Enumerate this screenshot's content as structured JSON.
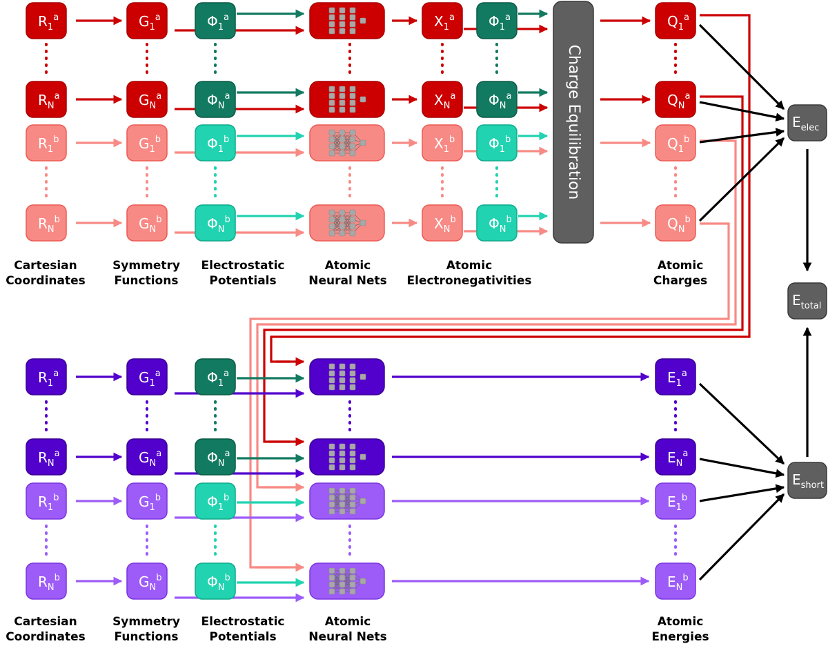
{
  "colors": {
    "red_dark": "#cc0000",
    "red_light": "#f88a85",
    "teal_dark": "#127a60",
    "teal_light": "#21d3b0",
    "purple_dark": "#5200cc",
    "purple_light": "#9d5cf7",
    "gray": "#5f5f5f",
    "black": "#000000"
  },
  "top_row_labels": {
    "R1a": {
      "base": "R",
      "sub": "1",
      "sup": "a"
    },
    "RNa": {
      "base": "R",
      "sub": "N",
      "sup": "a"
    },
    "R1b": {
      "base": "R",
      "sub": "1",
      "sup": "b"
    },
    "RNb": {
      "base": "R",
      "sub": "N",
      "sup": "b"
    },
    "G1a": {
      "base": "G",
      "sub": "1",
      "sup": "a"
    },
    "GNa": {
      "base": "G",
      "sub": "N",
      "sup": "a"
    },
    "G1b": {
      "base": "G",
      "sub": "1",
      "sup": "b"
    },
    "GNb": {
      "base": "G",
      "sub": "N",
      "sup": "b"
    },
    "P1a": {
      "base": "Φ",
      "sub": "1",
      "sup": "a"
    },
    "PNa": {
      "base": "Φ",
      "sub": "N",
      "sup": "a"
    },
    "P1b": {
      "base": "Φ",
      "sub": "1",
      "sup": "b"
    },
    "PNb": {
      "base": "Φ",
      "sub": "N",
      "sup": "b"
    },
    "X1a": {
      "base": "X",
      "sub": "1",
      "sup": "a"
    },
    "XNa": {
      "base": "X",
      "sub": "N",
      "sup": "a"
    },
    "X1b": {
      "base": "X",
      "sub": "1",
      "sup": "b"
    },
    "XNb": {
      "base": "X",
      "sub": "N",
      "sup": "b"
    },
    "Q1a": {
      "base": "Q",
      "sub": "1",
      "sup": "a"
    },
    "QNa": {
      "base": "Q",
      "sub": "N",
      "sup": "a"
    },
    "Q1b": {
      "base": "Q",
      "sub": "1",
      "sup": "b"
    },
    "QNb": {
      "base": "Q",
      "sub": "N",
      "sup": "b"
    },
    "E1a": {
      "base": "E",
      "sub": "1",
      "sup": "a"
    },
    "ENa": {
      "base": "E",
      "sub": "N",
      "sup": "a"
    },
    "E1b": {
      "base": "E",
      "sub": "1",
      "sup": "b"
    },
    "ENb": {
      "base": "E",
      "sub": "N",
      "sup": "b"
    }
  },
  "charge_equilibration": "Charge Equilibration",
  "energy_nodes": {
    "elec": {
      "base": "E",
      "sub": "elec"
    },
    "total": {
      "base": "E",
      "sub": "total"
    },
    "short": {
      "base": "E",
      "sub": "short"
    }
  },
  "captions": {
    "cartesian": [
      "Cartesian",
      "Coordinates"
    ],
    "symmetry": [
      "Symmetry",
      "Functions"
    ],
    "electrostatic": [
      "Electrostatic",
      "Potentials"
    ],
    "neuralnets": [
      "Atomic",
      "Neural Nets"
    ],
    "electroneg": [
      "Atomic",
      "Electronegativities"
    ],
    "charges": [
      "Atomic",
      "Charges"
    ],
    "energies": [
      "Atomic",
      "Energies"
    ]
  }
}
